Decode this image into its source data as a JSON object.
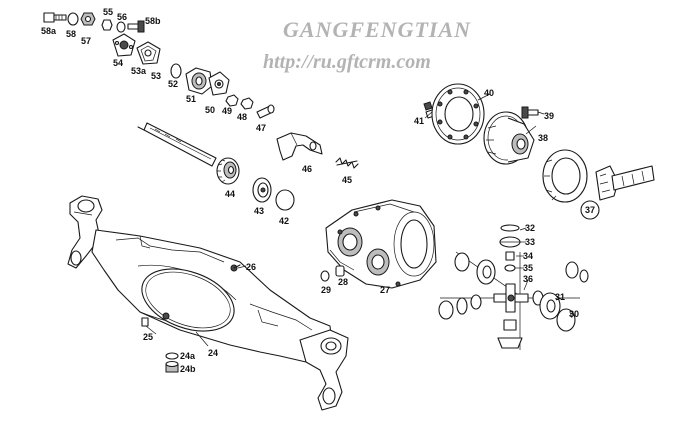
{
  "watermark": {
    "title": "GANGFENGTIAN",
    "url": "http://ru.gftcrm.com"
  },
  "parts": {
    "p58a": "58a",
    "p58": "58",
    "p57": "57",
    "p55": "55",
    "p56": "56",
    "p58b": "58b",
    "p54": "54",
    "p53a": "53a",
    "p53": "53",
    "p52": "52",
    "p51": "51",
    "p50": "50",
    "p49": "49",
    "p48": "48",
    "p47": "47",
    "p46": "46",
    "p45": "45",
    "p44": "44",
    "p43": "43",
    "p42": "42",
    "p41": "41",
    "p40": "40",
    "p39": "39",
    "p38": "38",
    "p37": "37",
    "p32": "32",
    "p33": "33",
    "p34": "34",
    "p35": "35",
    "p36": "36",
    "p31": "31",
    "p30": "30",
    "p29": "29",
    "p28": "28",
    "p27": "27",
    "p26": "26",
    "p25": "25",
    "p24": "24",
    "p24a": "24a",
    "p24b": "24b"
  }
}
